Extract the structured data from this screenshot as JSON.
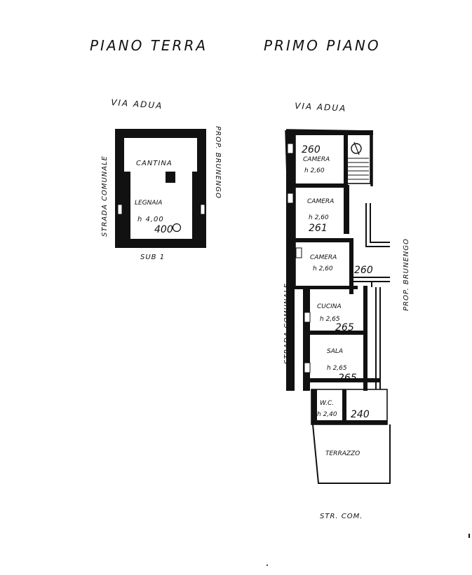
{
  "ground_floor": {
    "title": "PIANO TERRA",
    "street_top": "VIA ADUA",
    "street_left": "STRADA COMUNALE",
    "neighbor_right": "PROP. BRUNENGO",
    "sub_label": "SUB 1",
    "rooms": [
      {
        "name": "CANTINA",
        "height": ""
      },
      {
        "name": "LEGNAIA",
        "height": "h 4,00"
      }
    ],
    "handwritten_number": "400"
  },
  "first_floor": {
    "title": "PRIMO PIANO",
    "street_top": "VIA ADUA",
    "street_left": "STRADA COMUNALE",
    "neighbor_right": "PROP. BRUNENGO",
    "street_bottom": "STR. COM.",
    "rooms": [
      {
        "name": "CAMERA",
        "height": "h 2,60",
        "number": "260"
      },
      {
        "name": "CAMERA",
        "height": "h 2,60",
        "number": "261"
      },
      {
        "name": "CAMERA",
        "height": "h 2,60",
        "number": "260"
      },
      {
        "name": "CUCINA",
        "height": "h 2,65",
        "number": "265"
      },
      {
        "name": "SALA",
        "height": "h 2,65",
        "number": "265"
      },
      {
        "name": "W.C.",
        "height": "h 2,40",
        "number": "240"
      },
      {
        "name": "TERRAZZO",
        "height": "",
        "number": ""
      }
    ]
  }
}
